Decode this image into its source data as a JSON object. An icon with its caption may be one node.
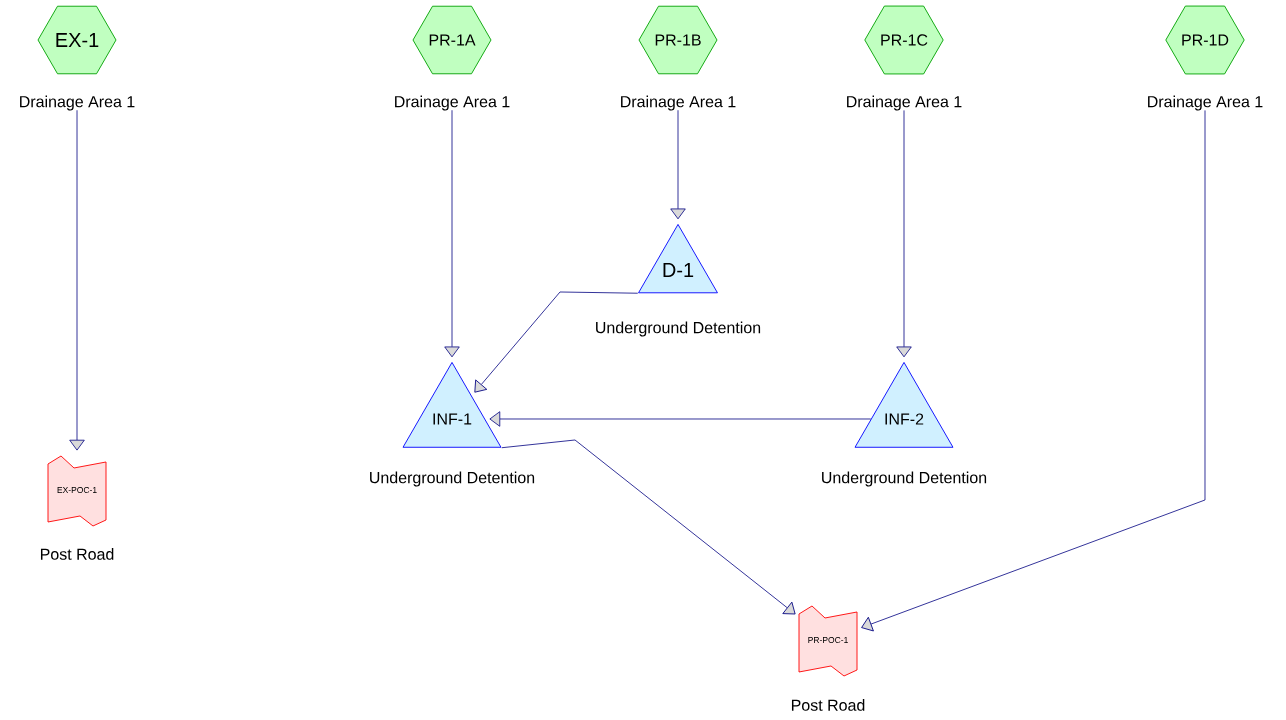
{
  "diagram": {
    "nodes": [
      {
        "text": [
          "EX-1"
        ],
        "beside": [
          "Drainage Area 1"
        ]
      },
      {
        "text": [
          "PR-1A"
        ],
        "beside": [
          "Drainage Area 1"
        ]
      },
      {
        "text": [
          "PR-1B"
        ],
        "beside": [
          "Drainage Area 1"
        ]
      },
      {
        "text": [
          "PR-1C"
        ],
        "beside": [
          "Drainage Area 1"
        ]
      },
      {
        "text": [
          "PR-1D"
        ],
        "beside": [
          "Drainage Area 1"
        ]
      },
      {
        "text": [
          "D-1"
        ],
        "beside": [
          "Underground Detention"
        ]
      },
      {
        "text": [
          "INF-1"
        ],
        "beside": [
          "Underground Detention"
        ]
      },
      {
        "text": [
          "INF-2"
        ],
        "beside": [
          "Underground Detention"
        ]
      },
      {
        "text": [
          "EX-POC-1"
        ],
        "beside": [
          "Post Road"
        ]
      },
      {
        "text": [
          "PR-POC-1"
        ],
        "beside": [
          "Post Road"
        ]
      }
    ],
    "edges": [
      {
        "from": 0,
        "to": 8,
        "arrow": "to"
      },
      {
        "from": 1,
        "to": 6,
        "arrow": "to"
      },
      {
        "from": 2,
        "to": 5,
        "arrow": "to"
      },
      {
        "from": 3,
        "to": 7,
        "arrow": "to"
      },
      {
        "from": 5,
        "to": 6,
        "arrow": "to"
      },
      {
        "from": 7,
        "to": 6,
        "arrow": "to"
      },
      {
        "from": 6,
        "to": 9,
        "arrow": "to"
      },
      {
        "from": 4,
        "to": 9,
        "arrow": "to"
      }
    ]
  }
}
